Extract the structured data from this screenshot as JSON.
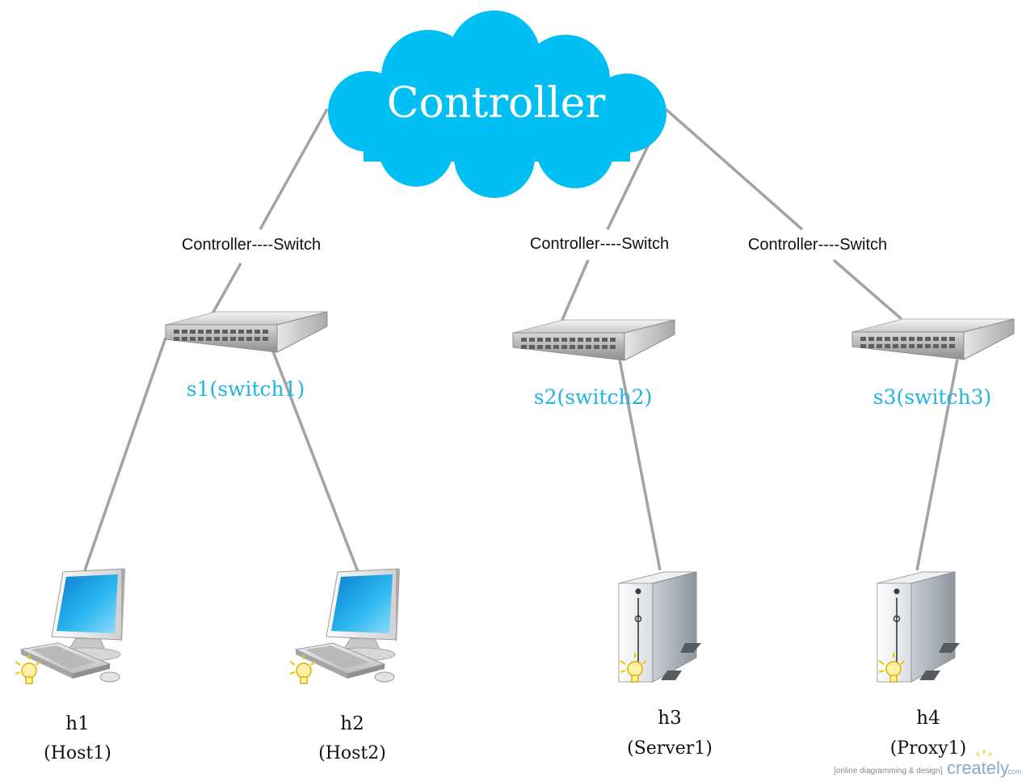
{
  "controller": {
    "label": "Controller",
    "color": "#00bff3"
  },
  "links": {
    "controller_s1": "Controller----Switch",
    "controller_s2": "Controller----Switch",
    "controller_s3": "Controller----Switch"
  },
  "switches": [
    {
      "id": "s1",
      "label": "s1(switch1)"
    },
    {
      "id": "s2",
      "label": "s2(switch2)"
    },
    {
      "id": "s3",
      "label": "s3(switch3)"
    }
  ],
  "hosts": [
    {
      "id": "h1",
      "name": "h1",
      "role": "(Host1)",
      "icon": "desktop-computer-icon"
    },
    {
      "id": "h2",
      "name": "h2",
      "role": "(Host2)",
      "icon": "desktop-computer-icon"
    },
    {
      "id": "h3",
      "name": "h3",
      "role": "(Server1)",
      "icon": "tower-server-icon"
    },
    {
      "id": "h4",
      "name": "h4",
      "role": "(Proxy1)",
      "icon": "tower-server-icon"
    }
  ],
  "watermark": {
    "tagline": "[online diagramming & design]",
    "brand": "creately",
    "suffix": ".com"
  },
  "colors": {
    "link": "#a3a3a3",
    "switch_label": "#1fb3e6",
    "screen": "#1ba3e8"
  }
}
